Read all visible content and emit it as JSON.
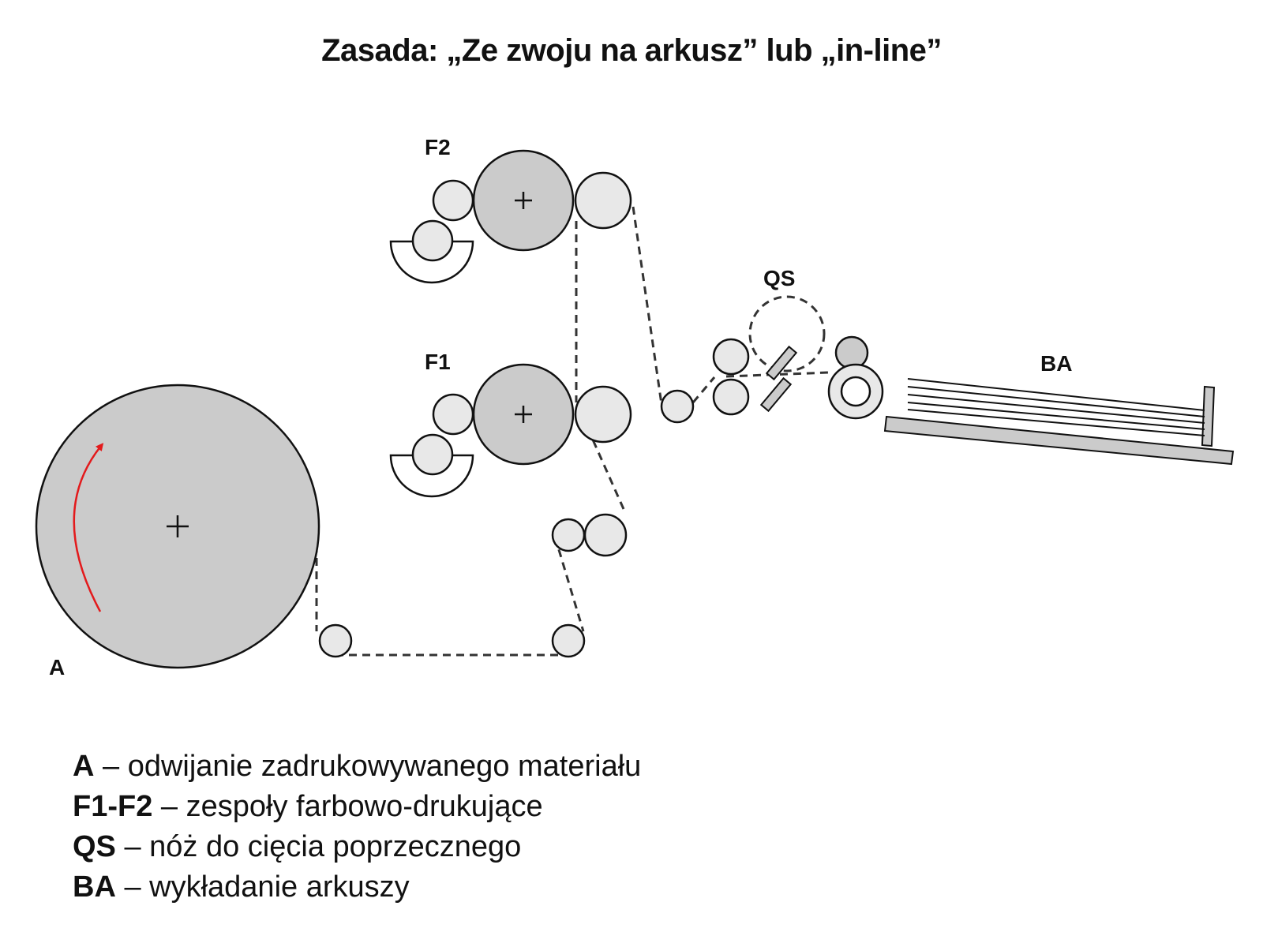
{
  "title": "Zasada: „Ze zwoju na arkusz” lub „in-line”",
  "labels": {
    "A": "A",
    "F1": "F1",
    "F2": "F2",
    "QS": "QS",
    "BA": "BA"
  },
  "legend": [
    {
      "key": "A",
      "text": "– odwijanie zadrukowywanego materiału"
    },
    {
      "key": "F1-F2",
      "text": "– zespoły farbowo-drukujące"
    },
    {
      "key": "QS",
      "text": "– nóż do cięcia poprzecznego"
    },
    {
      "key": "BA",
      "text": "– wykładanie arkuszy"
    }
  ],
  "colors": {
    "roll_dark": "#cbcbcb",
    "roll_light": "#e8e8e8",
    "arrow": "#e31a1c",
    "outline": "#111111"
  }
}
